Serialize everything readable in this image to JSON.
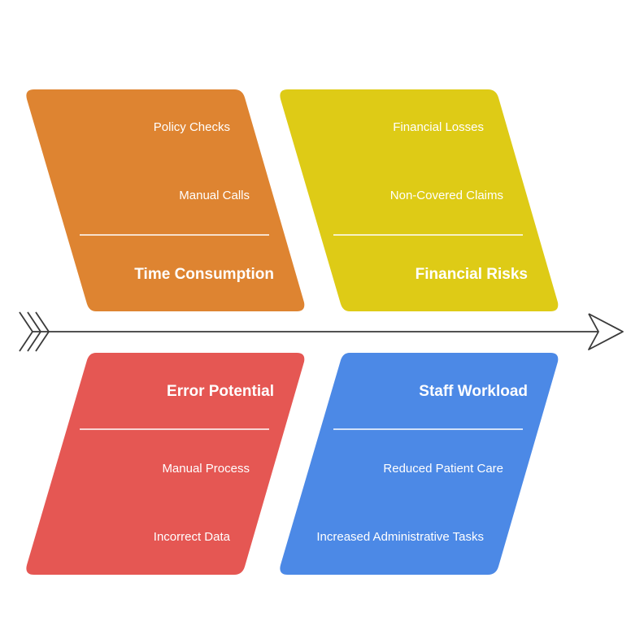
{
  "colors": {
    "orange": "#DE8431",
    "yellow": "#DECB16",
    "red": "#E55753",
    "blue": "#4C89E6",
    "spine": "#3A3A3A"
  },
  "categories": [
    {
      "title": "Time Consumption",
      "color": "#DE8431",
      "causes": [
        "Policy Checks",
        "Manual Calls"
      ]
    },
    {
      "title": "Financial Risks",
      "color": "#DECB16",
      "causes": [
        "Financial Losses",
        "Non-Covered Claims"
      ]
    },
    {
      "title": "Error Potential",
      "color": "#E55753",
      "causes": [
        "Manual Process",
        "Incorrect Data"
      ]
    },
    {
      "title": "Staff Workload",
      "color": "#4C89E6",
      "causes": [
        "Reduced Patient Care",
        "Increased Administrative Tasks"
      ]
    }
  ]
}
